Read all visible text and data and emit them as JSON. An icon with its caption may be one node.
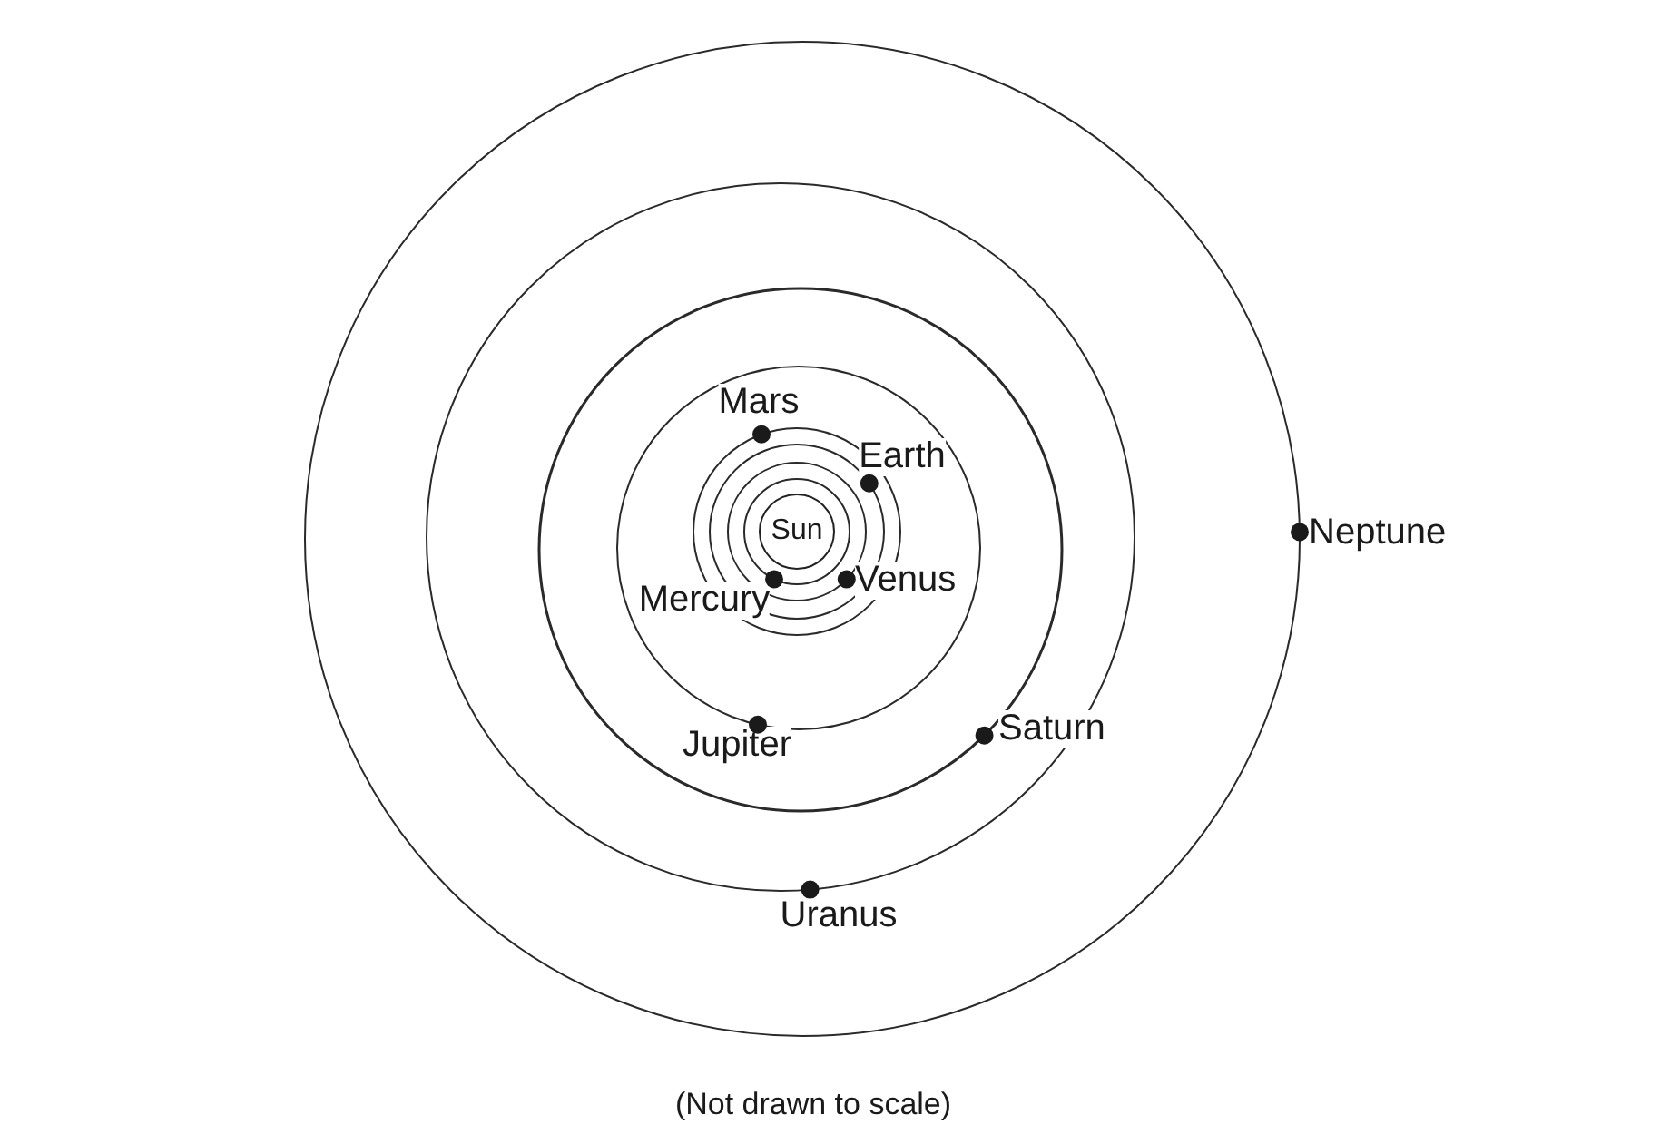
{
  "diagram": {
    "caption": "(Not drawn to scale)",
    "nodes": [
      {
        "text": [
          "Sun"
        ]
      }
    ],
    "labels": [
      "Mars",
      "Earth",
      "Neptune",
      "Venus",
      "Mercury",
      "Saturn",
      "Jupiter",
      "Uranus"
    ]
  }
}
